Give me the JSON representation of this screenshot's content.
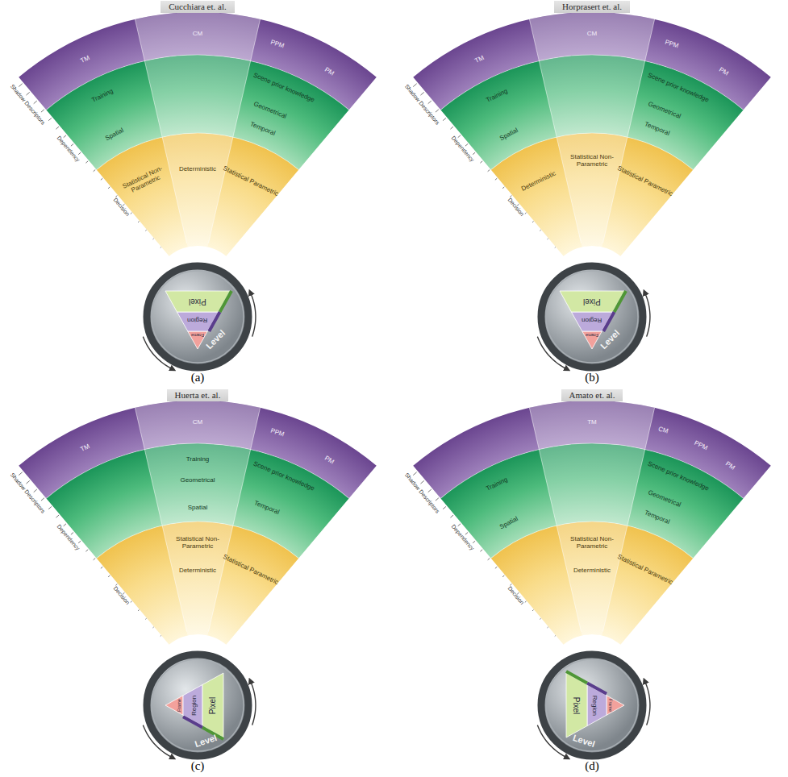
{
  "diagram": {
    "nodes": [
      {
        "text": [
          "Cucchiara et. al."
        ]
      },
      {
        "text": [
          "Horprasert et. al."
        ]
      },
      {
        "text": [
          "Huerta et. al."
        ]
      },
      {
        "text": [
          "Amato et. al."
        ]
      },
      {
        "text": [
          "Level"
        ]
      },
      {
        "text": [
          "Level"
        ]
      },
      {
        "text": [
          "Level"
        ]
      },
      {
        "text": [
          "Level"
        ]
      }
    ],
    "labels": [
      "Shadow Descriptors",
      "Dependency",
      "Decision",
      "TM",
      "CM",
      "PPM",
      "PM",
      "Training",
      "Spatial",
      "Scene prior knowledge",
      "Geometrical",
      "Temporal",
      "Statistical Non-Parametric",
      "Deterministic",
      "Statistical Parametric",
      "Pixel",
      "Region",
      "Frame",
      "(a)",
      "Shadow Descriptors",
      "Dependency",
      "Decision",
      "TM",
      "CM",
      "PPM",
      "PM",
      "Training",
      "Spatial",
      "Scene prior knowledge",
      "Geometrical",
      "Temporal",
      "Statistical Non-Parametric",
      "Deterministic",
      "Statistical Parametric",
      "Pixel",
      "Region",
      "Frame",
      "(b)",
      "Shadow Descriptors",
      "Dependency",
      "Decision",
      "TM",
      "CM",
      "PPM",
      "PM",
      "Training",
      "Spatial",
      "Scene prior knowledge",
      "Geometrical",
      "Temporal",
      "Statistical Non-Parametric",
      "Deterministic",
      "Statistical Parametric",
      "Pixel",
      "Region",
      "Frame",
      "(c)",
      "Shadow Descriptors",
      "Dependency",
      "Decision",
      "TM",
      "CM",
      "PPM",
      "PM",
      "Training",
      "Spatial",
      "Scene prior knowledge",
      "Geometrical",
      "Temporal",
      "Statistical Non-Parametric",
      "Deterministic",
      "Statistical Parametric",
      "Pixel",
      "Region",
      "Frame",
      "(d)"
    ]
  }
}
